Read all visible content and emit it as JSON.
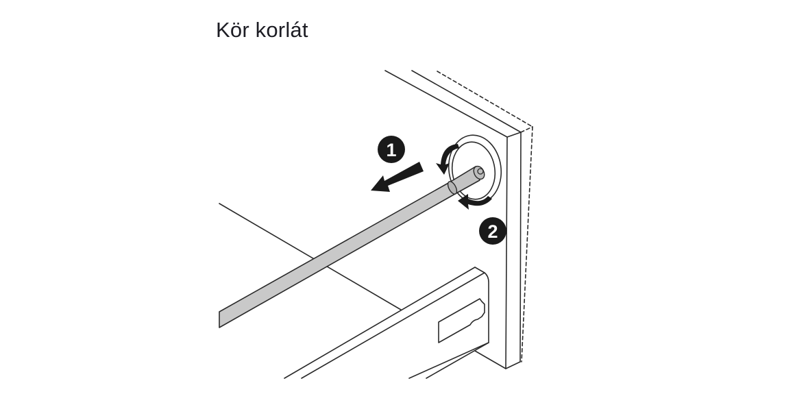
{
  "page": {
    "title": "Kör korlát"
  },
  "figure": {
    "description": "Installation diagram: removing a round rail from a drawer front panel",
    "steps": [
      {
        "number": "1",
        "action": "pull-rail-out"
      },
      {
        "number": "2",
        "action": "rotate-rail"
      }
    ],
    "colors": {
      "line": "#2a2a2a",
      "rail_fill": "#c9c9c9",
      "badge": "#1a1a1a",
      "background": "#ffffff"
    }
  }
}
